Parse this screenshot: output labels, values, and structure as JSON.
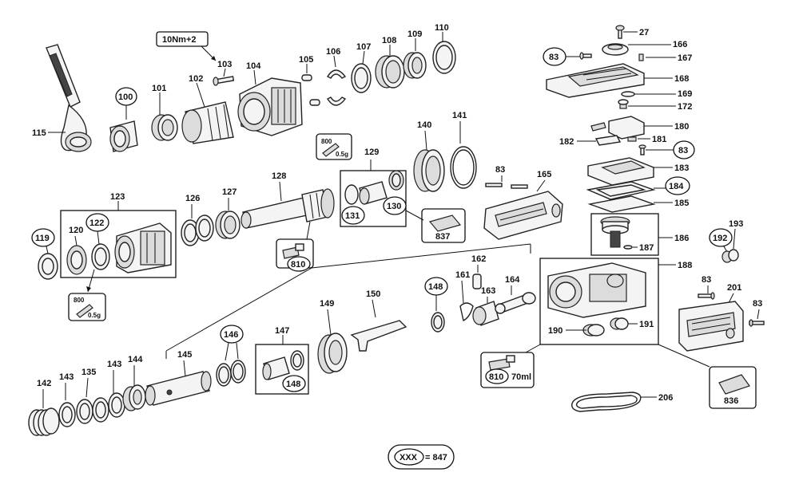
{
  "labels": {
    "l115": "115",
    "l100": "100",
    "l101": "101",
    "l102": "102",
    "l103": "103",
    "l104": "104",
    "l105": "105",
    "l106": "106",
    "l107": "107",
    "l108": "108",
    "l109": "109",
    "l110": "110",
    "l27": "27",
    "l166": "166",
    "l167": "167",
    "l83a": "83",
    "l168": "168",
    "l169": "169",
    "l172": "172",
    "l180": "180",
    "l182": "182",
    "l181": "181",
    "l83b": "83",
    "l183": "183",
    "l184": "184",
    "l185": "185",
    "l186": "186",
    "l187": "187",
    "l192": "192",
    "l193": "193",
    "l188": "188",
    "l83c": "83",
    "l201": "201",
    "l83d": "83",
    "l190": "190",
    "l191": "191",
    "l119": "119",
    "l120": "120",
    "l122": "122",
    "l123": "123",
    "l126": "126",
    "l127": "127",
    "l128": "128",
    "l129": "129",
    "l131": "131",
    "l130": "130",
    "l140": "140",
    "l141": "141",
    "l83e": "83",
    "l165": "165",
    "l837": "837",
    "l810a": "810",
    "l162": "162",
    "l161": "161",
    "l163": "163",
    "l164": "164",
    "l148a": "148",
    "l149": "149",
    "l150": "150",
    "l146": "146",
    "l147": "147",
    "l148b": "148",
    "l145": "145",
    "l144": "144",
    "l143a": "143",
    "l135": "135",
    "l143b": "143",
    "l142": "142",
    "l810b": "810",
    "l206": "206",
    "l836": "836"
  },
  "torque_note": "10Nm+2",
  "grease_upper": {
    "amount": "800",
    "weight": "0.5g"
  },
  "grease_lower": {
    "amount": "800",
    "weight": "0.5g"
  },
  "grease_810_ml": "70ml",
  "legend": {
    "oval_text": "XXX",
    "equals_text": "= 847"
  }
}
